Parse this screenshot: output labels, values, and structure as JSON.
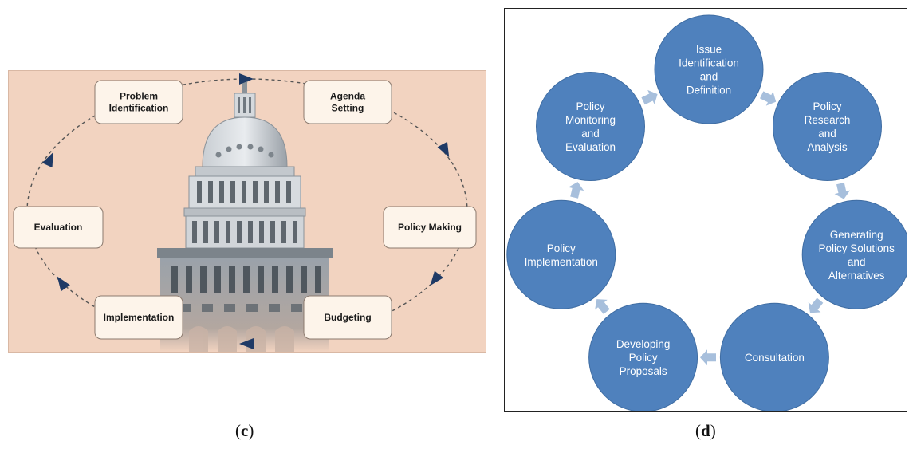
{
  "panel_c": {
    "stages": [
      {
        "id": "problem",
        "lines": [
          "Problem",
          "Identification"
        ]
      },
      {
        "id": "agenda",
        "lines": [
          "Agenda",
          "Setting"
        ]
      },
      {
        "id": "policy-making",
        "lines": [
          "Policy Making"
        ]
      },
      {
        "id": "budgeting",
        "lines": [
          "Budgeting"
        ]
      },
      {
        "id": "implementation",
        "lines": [
          "Implementation"
        ]
      },
      {
        "id": "evaluation",
        "lines": [
          "Evaluation"
        ]
      }
    ],
    "box_color": "#fdf4ea",
    "background": "#f2d3c0",
    "arrow_color": "#1f3a66",
    "building_color": "#8f979f"
  },
  "panel_d": {
    "stages": [
      {
        "id": "issue",
        "lines": [
          "Issue",
          "Identification",
          "and",
          "Definition"
        ]
      },
      {
        "id": "research",
        "lines": [
          "Policy",
          "Research",
          "and",
          "Analysis"
        ]
      },
      {
        "id": "solutions",
        "lines": [
          "Generating",
          "Policy Solutions",
          "and",
          "Alternatives"
        ]
      },
      {
        "id": "consultation",
        "lines": [
          "Consultation"
        ]
      },
      {
        "id": "proposals",
        "lines": [
          "Developing",
          "Policy",
          "Proposals"
        ]
      },
      {
        "id": "implementation",
        "lines": [
          "Policy",
          "Implementation"
        ]
      },
      {
        "id": "monitoring",
        "lines": [
          "Policy",
          "Monitoring",
          "and",
          "Evaluation"
        ]
      }
    ],
    "circle_color": "#4f81bd",
    "arrow_color": "#a7bfdc",
    "text_color": "#ffffff"
  },
  "captions": {
    "c": {
      "open": "(",
      "letter": "c",
      "close": ")"
    },
    "d": {
      "open": "(",
      "letter": "d",
      "close": ")"
    }
  }
}
